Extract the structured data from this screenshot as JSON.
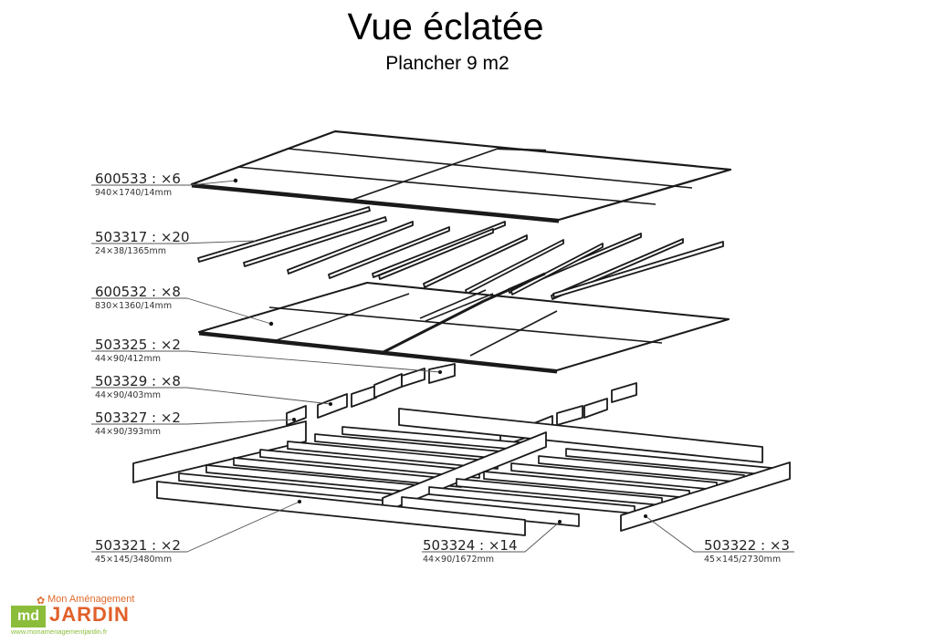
{
  "header": {
    "title": "Vue éclatée",
    "subtitle": "Plancher 9 m2"
  },
  "parts": [
    {
      "code": "600533 : ×6",
      "dims": "940×1740/14mm",
      "description": "top floor panel"
    },
    {
      "code": "503317 : ×20",
      "dims": "24×38/1365mm",
      "description": "battens"
    },
    {
      "code": "600532 : ×8",
      "dims": "830×1360/14mm",
      "description": "lower floor panel"
    },
    {
      "code": "503325 : ×2",
      "dims": "44×90/412mm",
      "description": "blocking"
    },
    {
      "code": "503329 : ×8",
      "dims": "44×90/403mm",
      "description": "blocking"
    },
    {
      "code": "503327 : ×2",
      "dims": "44×90/393mm",
      "description": "blocking"
    },
    {
      "code": "503321 : ×2",
      "dims": "45×145/3480mm",
      "description": "long rim beam"
    },
    {
      "code": "503324 : ×14",
      "dims": "44×90/1672mm",
      "description": "joists"
    },
    {
      "code": "503322 : ×3",
      "dims": "45×145/2730mm",
      "description": "cross beam"
    }
  ],
  "logo": {
    "tagline": "Mon Aménagement",
    "brand": "JARDIN",
    "mark": "md",
    "url": "www.monamenagementjardin.fr",
    "colors": {
      "orange": "#e2602a",
      "green": "#8bbd3a"
    }
  }
}
